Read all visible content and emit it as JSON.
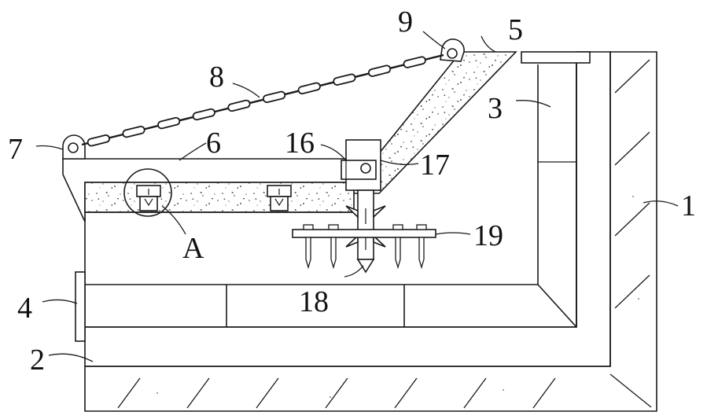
{
  "labels": {
    "l1": "1",
    "l2": "2",
    "l3": "3",
    "l4": "4",
    "l5": "5",
    "l6": "6",
    "l7": "7",
    "l8": "8",
    "l9": "9",
    "l16": "16",
    "l17": "17",
    "l18": "18",
    "l19": "19",
    "lA": "A"
  }
}
